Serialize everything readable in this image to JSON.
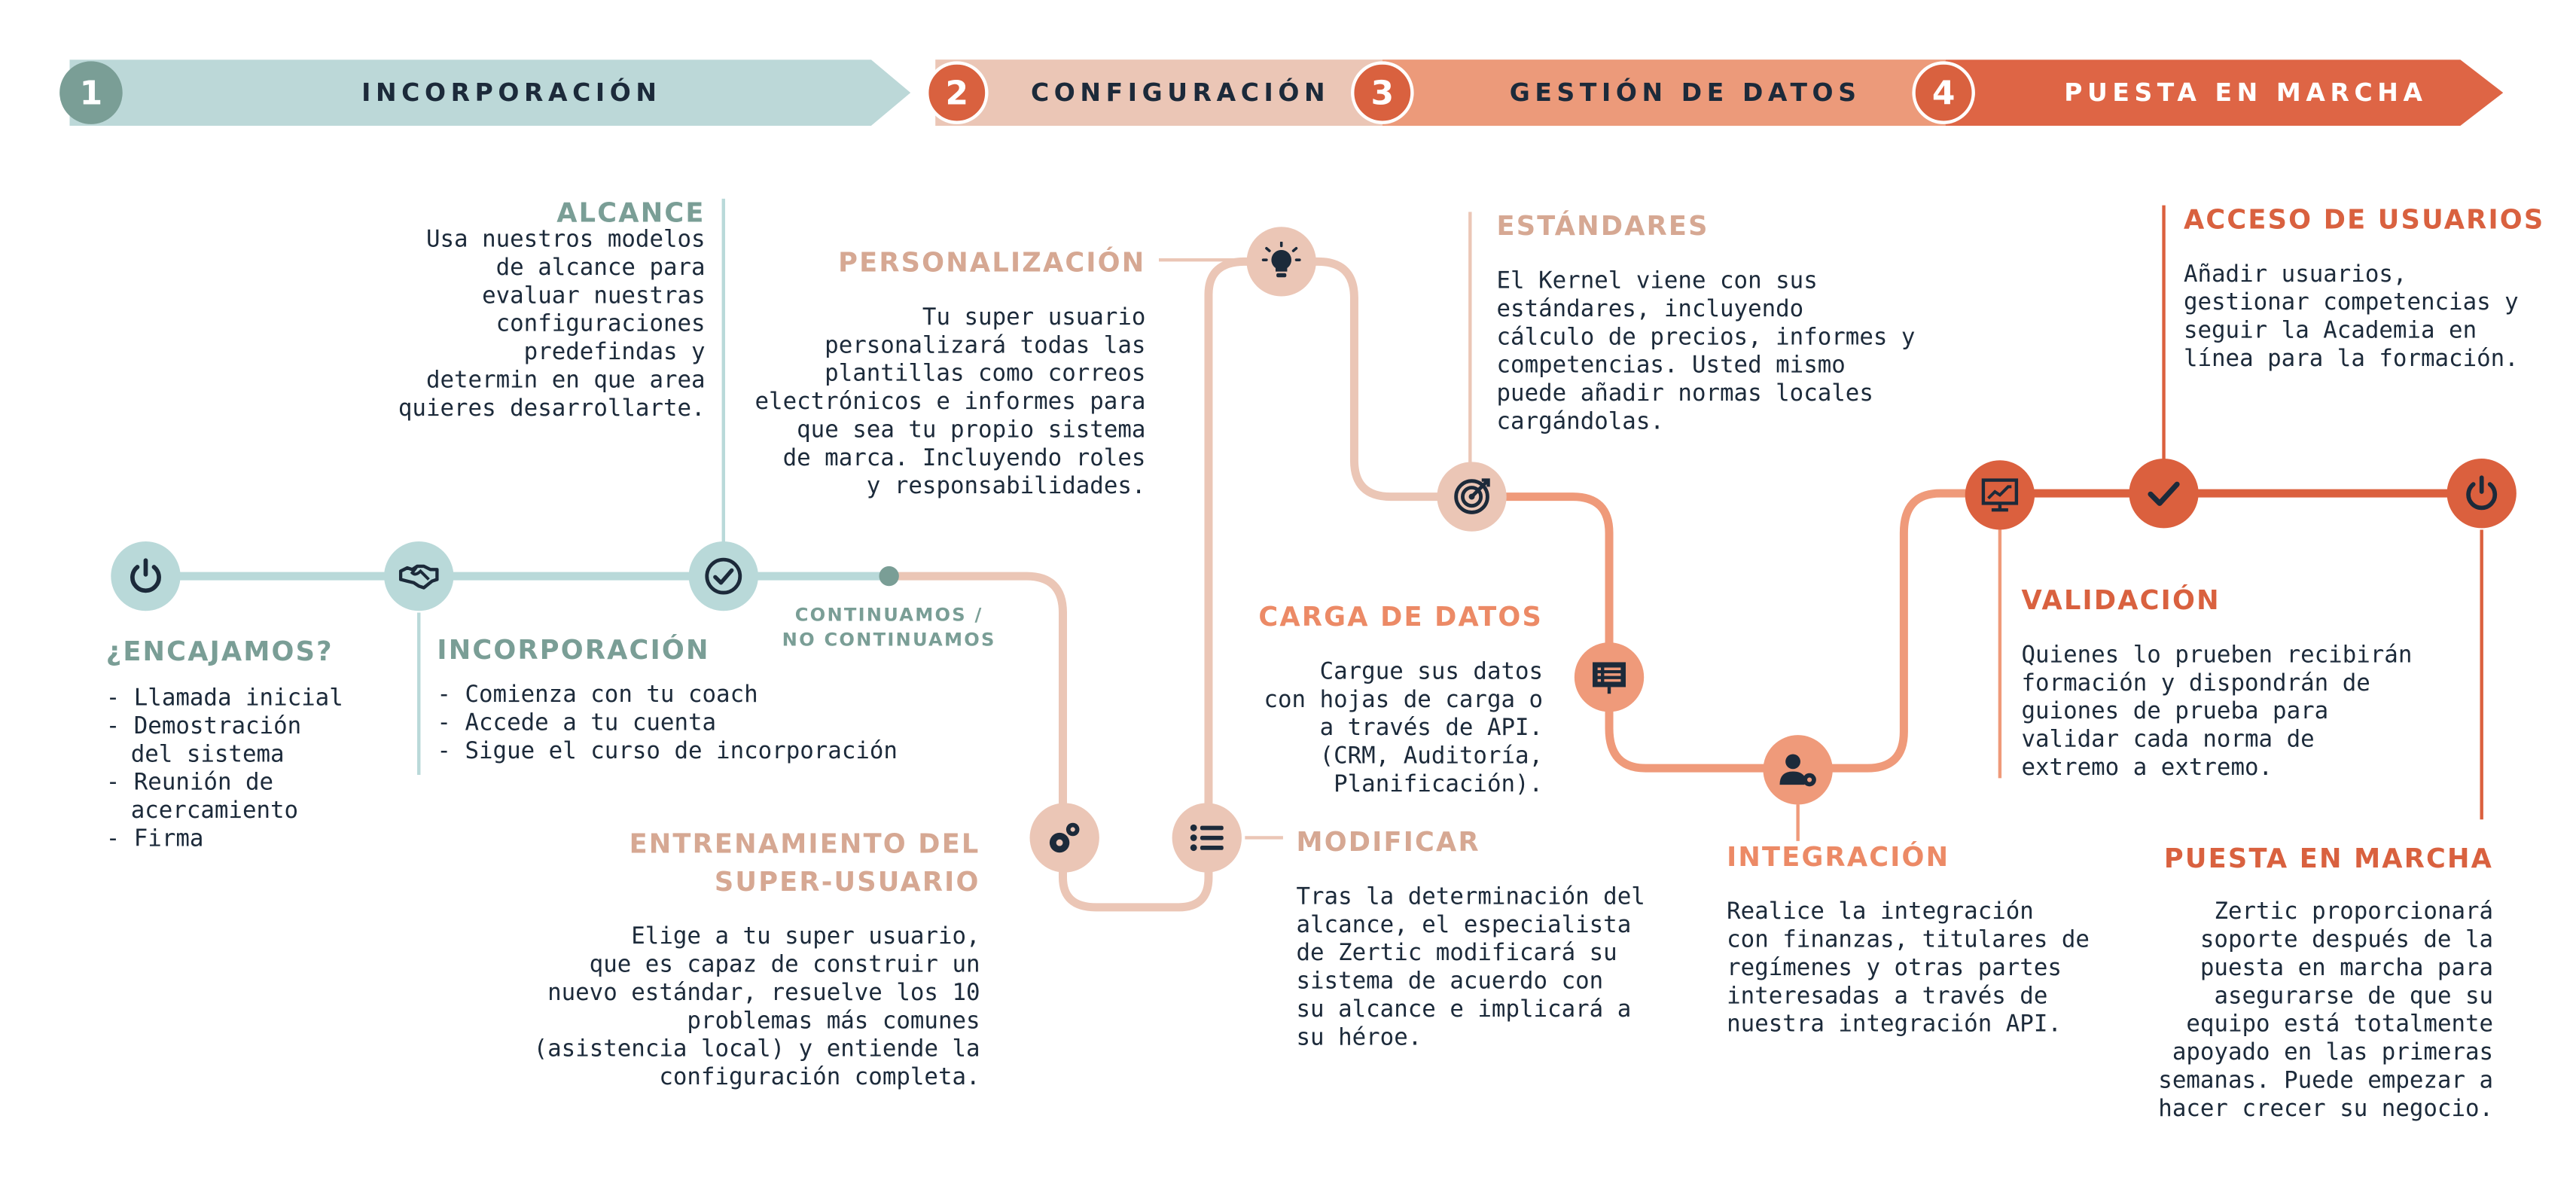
{
  "phases": [
    {
      "number": "1",
      "label": "INCORPORACIÓN"
    },
    {
      "number": "2",
      "label": "CONFIGURACIÓN"
    },
    {
      "number": "3",
      "label": "GESTIÓN DE DATOS"
    },
    {
      "number": "4",
      "label": "PUESTA EN MARCHA"
    }
  ],
  "sections": {
    "encajamos": {
      "title": "¿ENCAJAMOS?",
      "items": [
        "Llamada inicial",
        "Demostración\ndel sistema",
        "Reunión de\nacercamiento",
        "Firma"
      ]
    },
    "incorporacion": {
      "title": "INCORPORACIÓN",
      "items": [
        "Comienza con tu coach",
        "Accede a tu cuenta",
        "Sigue el curso de incorporación"
      ]
    },
    "alcance": {
      "title": "ALCANCE",
      "body": "Usa nuestros modelos\nde alcance para\nevaluar nuestras\nconfiguraciones\npredefindas y\ndetermin en que area\nquieres desarrollarte."
    },
    "continuamos": {
      "label": "CONTINUAMOS /\nNO CONTINUAMOS"
    },
    "personalizacion": {
      "title": "PERSONALIZACIÓN",
      "body": "Tu super usuario\npersonalizará todas las\nplantillas como correos\nelectrónicos e informes para\nque sea tu propio sistema\nde marca. Incluyendo roles\ny responsabilidades."
    },
    "entrenamiento": {
      "title_line1": "ENTRENAMIENTO DEL",
      "title_line2": "SUPER-USUARIO",
      "body": "Elige a tu super usuario,\nque es capaz de construir un\nnuevo estándar, resuelve los 10\nproblemas más comunes\n(asistencia local) y entiende la\nconfiguración completa."
    },
    "modificar": {
      "title": "MODIFICAR",
      "body": "Tras la determinación del\nalcance, el especialista\nde Zertic modificará su\nsistema de acuerdo con\nsu alcance e implicará a\nsu héroe."
    },
    "estandares": {
      "title": "ESTÁNDARES",
      "body": "El Kernel viene con sus\nestándares, incluyendo\ncálculo de precios, informes y\ncompetencias. Usted mismo\npuede añadir normas locales\ncargándolas."
    },
    "carga": {
      "title": "CARGA DE DATOS",
      "body": "Cargue sus datos\ncon hojas de carga o\na través de API.\n(CRM, Auditoría,\nPlanificación)."
    },
    "integracion": {
      "title": "INTEGRACIÓN",
      "body": "Realice la integración\ncon finanzas, titulares de\nregímenes y otras partes\ninteresadas a través de\nnuestra integración API."
    },
    "acceso": {
      "title": "ACCESO DE USUARIOS",
      "body": "Añadir usuarios,\ngestionar competencias y\nseguir la Academia en\nlínea para la formación."
    },
    "validacion": {
      "title": "VALIDACIÓN",
      "body": "Quienes lo prueben recibirán\nformación y dispondrán de\nguiones de prueba para\nvalidar cada norma de\nextremo a extremo."
    },
    "puesta": {
      "title": "PUESTA EN MARCHA",
      "body": "Zertic proporcionará\nsoporte después de la\npuesta en marcha para\nasegurarse de que su\nequipo está totalmente\napoyado en las primeras\nsemanas. Puede empezar a\nhacer crecer su negocio."
    }
  },
  "icons": {
    "start": "power-icon",
    "incorporacion": "handshake-icon",
    "alcance": "check-circle-icon",
    "entrenamiento": "gears-icon",
    "modificar": "list-icon",
    "personalizacion": "lightbulb-icon",
    "estandares": "target-icon",
    "carga": "presentation-board-icon",
    "integracion": "user-gear-icon",
    "validacion": "chart-monitor-icon",
    "acceso": "checkmark-icon",
    "puesta": "power-icon"
  },
  "colors": {
    "teal": "#b9d9d9",
    "teal_dark": "#7a9e96",
    "pink": "#ebc6b6",
    "salmon": "#ef9a7a",
    "orange": "#db603e",
    "navy": "#1c2a3a"
  }
}
